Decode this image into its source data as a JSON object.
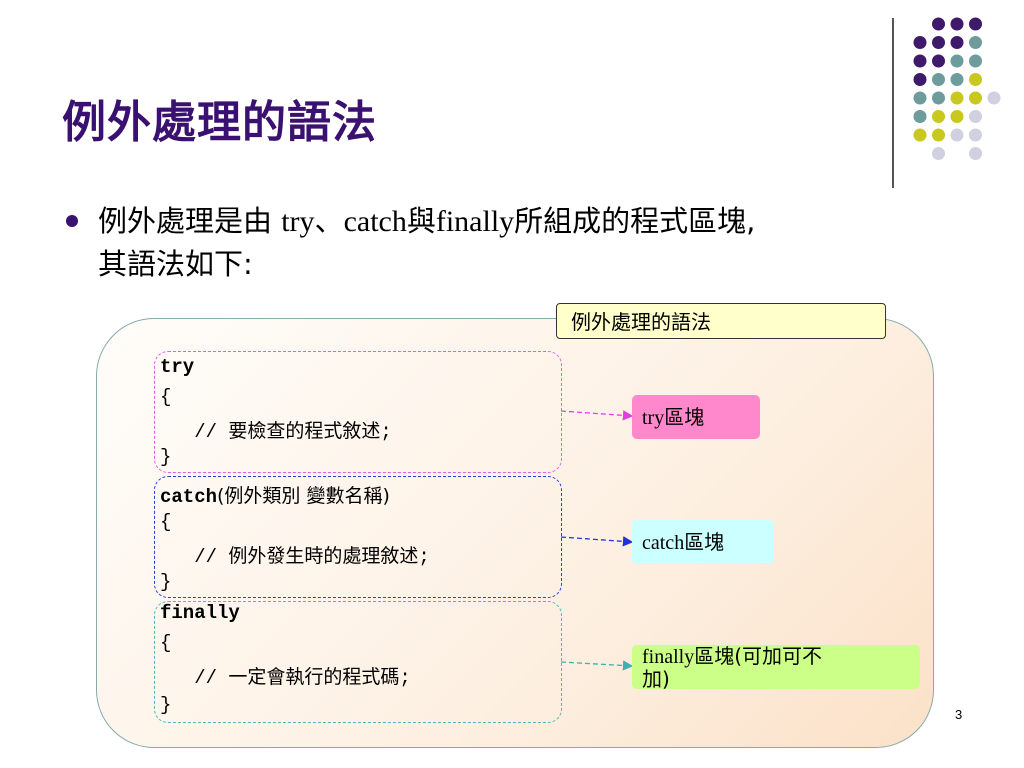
{
  "slide": {
    "title": "例外處理的語法",
    "bullet": {
      "part1": "例外處理是由 ",
      "try_word": "try",
      "sep1": "、",
      "catch_word": "catch",
      "conj": "與",
      "finally_word": "finally",
      "part2": "所組成的程式區塊,",
      "line2": "其語法如下:"
    },
    "panel_label": "例外處理的語法",
    "code": {
      "try_kw": "try",
      "try_open": "{",
      "try_comment": "   // 要檢查的程式敘述;",
      "try_close": "}",
      "catch_kw": "catch",
      "catch_args": "(例外類別 變數名稱)",
      "catch_open": "{",
      "catch_comment": "   // 例外發生時的處理敘述;",
      "catch_close": "}",
      "finally_kw": "finally",
      "finally_open": "{",
      "finally_comment": "   // 一定會執行的程式碼;",
      "finally_close": "}"
    },
    "tags": {
      "try_tag_en": "try",
      "try_tag_cj": "區塊",
      "catch_tag_en": "catch",
      "catch_tag_cj": "區塊",
      "finally_tag_en": "finally",
      "finally_tag_cj": "區塊(可加可不",
      "finally_tag_line2": "加)"
    },
    "page_number": "3"
  },
  "colors": {
    "title": "#3a1070",
    "try_border": "#e060e0",
    "catch_border": "#2a3fd0",
    "finally_border": "#50b8b8",
    "try_tag_bg": "#ff88cc",
    "catch_tag_bg": "#ccffff",
    "finally_tag_bg": "#ccff88",
    "label_bg": "#ffffcc",
    "dot_purple": "#3f1a6a",
    "dot_teal": "#6e9c9c",
    "dot_yellow": "#c8c81e",
    "dot_lavender": "#d0d0e0"
  },
  "icons": {
    "decoration": "dot-grid-decoration",
    "bullet": "bullet-dot-icon",
    "arrows": "dashed-arrow-icon"
  }
}
